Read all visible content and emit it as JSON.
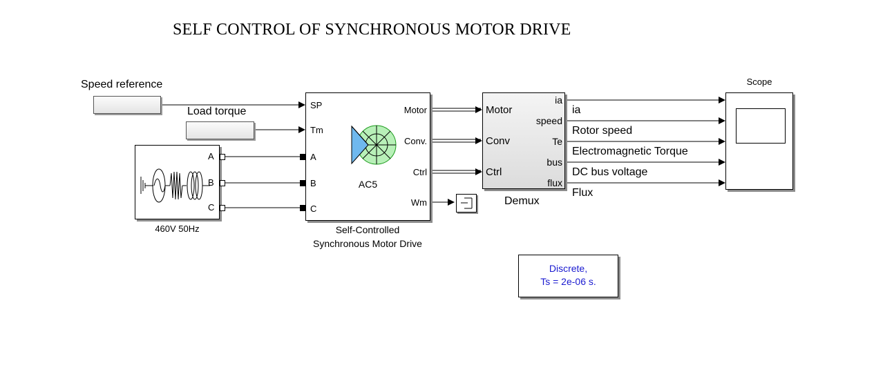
{
  "title": "SELF CONTROL OF SYNCHRONOUS MOTOR DRIVE",
  "speed_ref": {
    "label": "Speed reference"
  },
  "load_torque": {
    "label": "Load torque"
  },
  "source": {
    "label": "460V 50Hz",
    "ports": [
      "A",
      "B",
      "C"
    ]
  },
  "drive": {
    "name_line1": "Self-Controlled",
    "name_line2": "Synchronous Motor Drive",
    "inner_label": "AC5",
    "inputs": [
      "SP",
      "Tm",
      "A",
      "B",
      "C"
    ],
    "outputs": [
      "Motor",
      "Conv.",
      "Ctrl",
      "Wm"
    ]
  },
  "demux": {
    "label": "Demux",
    "inputs": [
      "Motor",
      "Conv",
      "Ctrl"
    ],
    "outputs": [
      "ia",
      "speed",
      "Te",
      "bus",
      "flux"
    ]
  },
  "signals": [
    "ia",
    "Rotor speed",
    "Electromagnetic Torque",
    "DC bus voltage",
    "Flux"
  ],
  "scope": {
    "label": "Scope"
  },
  "powergui": {
    "line1": "Discrete,",
    "line2": "Ts = 2e-06 s.",
    "color": "#1a1ad0"
  }
}
